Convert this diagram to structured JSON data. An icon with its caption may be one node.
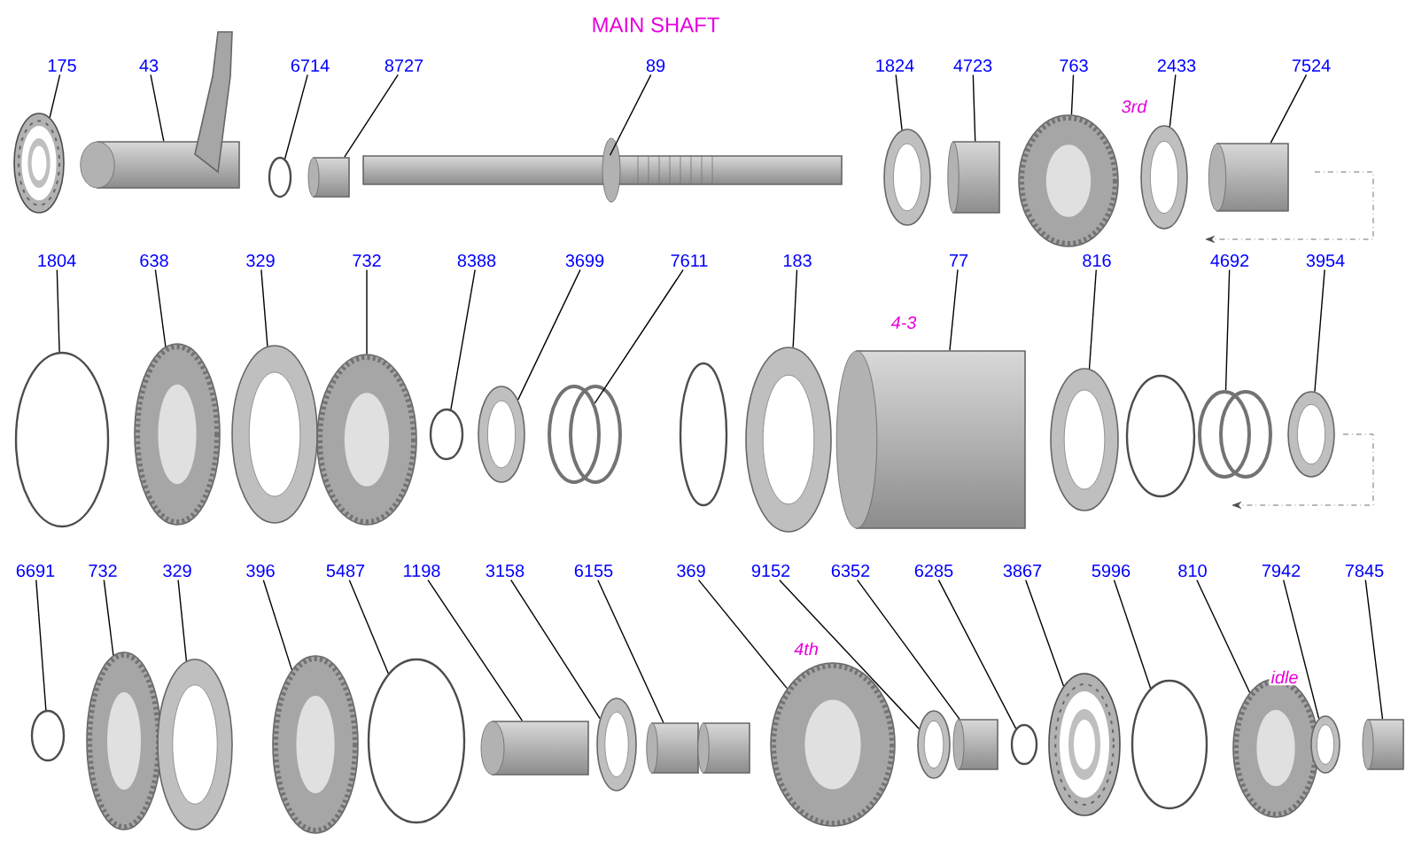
{
  "diagram": {
    "title": "MAIN SHAFT",
    "nodes": [
      {
        "text": [
          "175"
        ]
      },
      {
        "text": [],
        "shape": "bearing"
      },
      {
        "text": [
          "43"
        ]
      },
      {
        "text": [],
        "shape": "cylinder"
      },
      {
        "text": [
          "6714"
        ]
      },
      {
        "text": [],
        "shape": "ring"
      },
      {
        "text": [
          "8727"
        ]
      },
      {
        "text": [],
        "shape": "cylinder"
      },
      {
        "text": [
          "89"
        ]
      },
      {
        "text": [],
        "shape": "shaft"
      },
      {
        "text": [
          "1824"
        ]
      },
      {
        "text": [],
        "shape": "disc"
      },
      {
        "text": [
          "4723"
        ]
      },
      {
        "text": [],
        "shape": "cylinder"
      },
      {
        "text": [
          "763"
        ]
      },
      {
        "text": [],
        "shape": "gear"
      },
      {
        "text": [
          "2433"
        ]
      },
      {
        "text": [],
        "shape": "disc"
      },
      {
        "text": [
          "7524"
        ]
      },
      {
        "text": [],
        "shape": "cylinder"
      },
      {
        "text": [
          "1804"
        ]
      },
      {
        "text": [],
        "shape": "ring"
      },
      {
        "text": [
          "638"
        ]
      },
      {
        "text": [],
        "shape": "gear"
      },
      {
        "text": [
          "329"
        ]
      },
      {
        "text": [],
        "shape": "disc"
      },
      {
        "text": [
          "732"
        ]
      },
      {
        "text": [],
        "shape": "gear"
      },
      {
        "text": [
          "8388"
        ]
      },
      {
        "text": [],
        "shape": "ring"
      },
      {
        "text": [
          "3699"
        ]
      },
      {
        "text": [],
        "shape": "disc"
      },
      {
        "text": [
          "7611"
        ]
      },
      {
        "text": [],
        "shape": "spring"
      },
      {
        "text": [],
        "shape": "ring"
      },
      {
        "text": [
          "183"
        ]
      },
      {
        "text": [],
        "shape": "disc"
      },
      {
        "text": [
          "77"
        ]
      },
      {
        "text": [],
        "shape": "cylinder"
      },
      {
        "text": [
          "816"
        ]
      },
      {
        "text": [],
        "shape": "disc"
      },
      {
        "text": [],
        "shape": "ring"
      },
      {
        "text": [
          "4692"
        ]
      },
      {
        "text": [],
        "shape": "spring"
      },
      {
        "text": [
          "3954"
        ]
      },
      {
        "text": [],
        "shape": "disc"
      },
      {
        "text": [
          "6691"
        ]
      },
      {
        "text": [],
        "shape": "ring"
      },
      {
        "text": [
          "732"
        ]
      },
      {
        "text": [],
        "shape": "gear"
      },
      {
        "text": [
          "329"
        ]
      },
      {
        "text": [],
        "shape": "disc"
      },
      {
        "text": [
          "396"
        ]
      },
      {
        "text": [],
        "shape": "gear"
      },
      {
        "text": [
          "5487"
        ]
      },
      {
        "text": [],
        "shape": "ring"
      },
      {
        "text": [
          "1198"
        ]
      },
      {
        "text": [],
        "shape": "cylinder"
      },
      {
        "text": [
          "3158"
        ]
      },
      {
        "text": [],
        "shape": "disc"
      },
      {
        "text": [
          "6155"
        ]
      },
      {
        "text": [],
        "shape": "cylinder"
      },
      {
        "text": [],
        "shape": "cylinder"
      },
      {
        "text": [
          "369"
        ]
      },
      {
        "text": [],
        "shape": "gear"
      },
      {
        "text": [
          "9152"
        ]
      },
      {
        "text": [],
        "shape": "disc"
      },
      {
        "text": [
          "6352"
        ]
      },
      {
        "text": [],
        "shape": "cylinder"
      },
      {
        "text": [
          "6285"
        ]
      },
      {
        "text": [],
        "shape": "ring"
      },
      {
        "text": [
          "3867"
        ]
      },
      {
        "text": [],
        "shape": "bearing"
      },
      {
        "text": [
          "5996"
        ]
      },
      {
        "text": [],
        "shape": "ring"
      },
      {
        "text": [
          "810"
        ]
      },
      {
        "text": [],
        "shape": "gear"
      },
      {
        "text": [
          "7942"
        ]
      },
      {
        "text": [],
        "shape": "disc"
      },
      {
        "text": [
          "7845"
        ]
      },
      {
        "text": [],
        "shape": "cylinder"
      }
    ],
    "edges": [
      {
        "from": 0,
        "to": 1,
        "arrow": "none"
      },
      {
        "from": 2,
        "to": 3,
        "arrow": "none"
      },
      {
        "from": 4,
        "to": 5,
        "arrow": "none"
      },
      {
        "from": 6,
        "to": 7,
        "arrow": "none"
      },
      {
        "from": 8,
        "to": 9,
        "arrow": "none"
      },
      {
        "from": 10,
        "to": 11,
        "arrow": "none"
      },
      {
        "from": 12,
        "to": 13,
        "arrow": "none"
      },
      {
        "from": 14,
        "to": 15,
        "arrow": "none"
      },
      {
        "from": 16,
        "to": 17,
        "arrow": "none"
      },
      {
        "from": 18,
        "to": 19,
        "arrow": "none"
      },
      {
        "from": 20,
        "to": 21,
        "arrow": "none"
      },
      {
        "from": 22,
        "to": 23,
        "arrow": "none"
      },
      {
        "from": 24,
        "to": 25,
        "arrow": "none"
      },
      {
        "from": 26,
        "to": 27,
        "arrow": "none"
      },
      {
        "from": 28,
        "to": 29,
        "arrow": "none"
      },
      {
        "from": 30,
        "to": 31,
        "arrow": "none"
      },
      {
        "from": 32,
        "to": 33,
        "arrow": "none"
      },
      {
        "from": 35,
        "to": 36,
        "arrow": "none"
      },
      {
        "from": 37,
        "to": 38,
        "arrow": "none"
      },
      {
        "from": 39,
        "to": 40,
        "arrow": "none"
      },
      {
        "from": 42,
        "to": 43,
        "arrow": "none"
      },
      {
        "from": 44,
        "to": 45,
        "arrow": "none"
      },
      {
        "from": 46,
        "to": 47,
        "arrow": "none"
      },
      {
        "from": 48,
        "to": 49,
        "arrow": "none"
      },
      {
        "from": 50,
        "to": 51,
        "arrow": "none"
      },
      {
        "from": 52,
        "to": 53,
        "arrow": "none"
      },
      {
        "from": 54,
        "to": 55,
        "arrow": "none"
      },
      {
        "from": 56,
        "to": 57,
        "arrow": "none"
      },
      {
        "from": 58,
        "to": 59,
        "arrow": "none"
      },
      {
        "from": 60,
        "to": 61,
        "arrow": "none"
      },
      {
        "from": 63,
        "to": 64,
        "arrow": "none"
      },
      {
        "from": 65,
        "to": 66,
        "arrow": "none"
      },
      {
        "from": 67,
        "to": 68,
        "arrow": "none"
      },
      {
        "from": 69,
        "to": 70,
        "arrow": "none"
      },
      {
        "from": 71,
        "to": 72,
        "arrow": "none"
      },
      {
        "from": 73,
        "to": 74,
        "arrow": "none"
      },
      {
        "from": 75,
        "to": 76,
        "arrow": "none"
      },
      {
        "from": 77,
        "to": 78,
        "arrow": "none"
      },
      {
        "from": 79,
        "to": 80,
        "arrow": "none"
      }
    ],
    "labels": [
      "3rd",
      "4-3",
      "4th",
      "idle"
    ]
  }
}
